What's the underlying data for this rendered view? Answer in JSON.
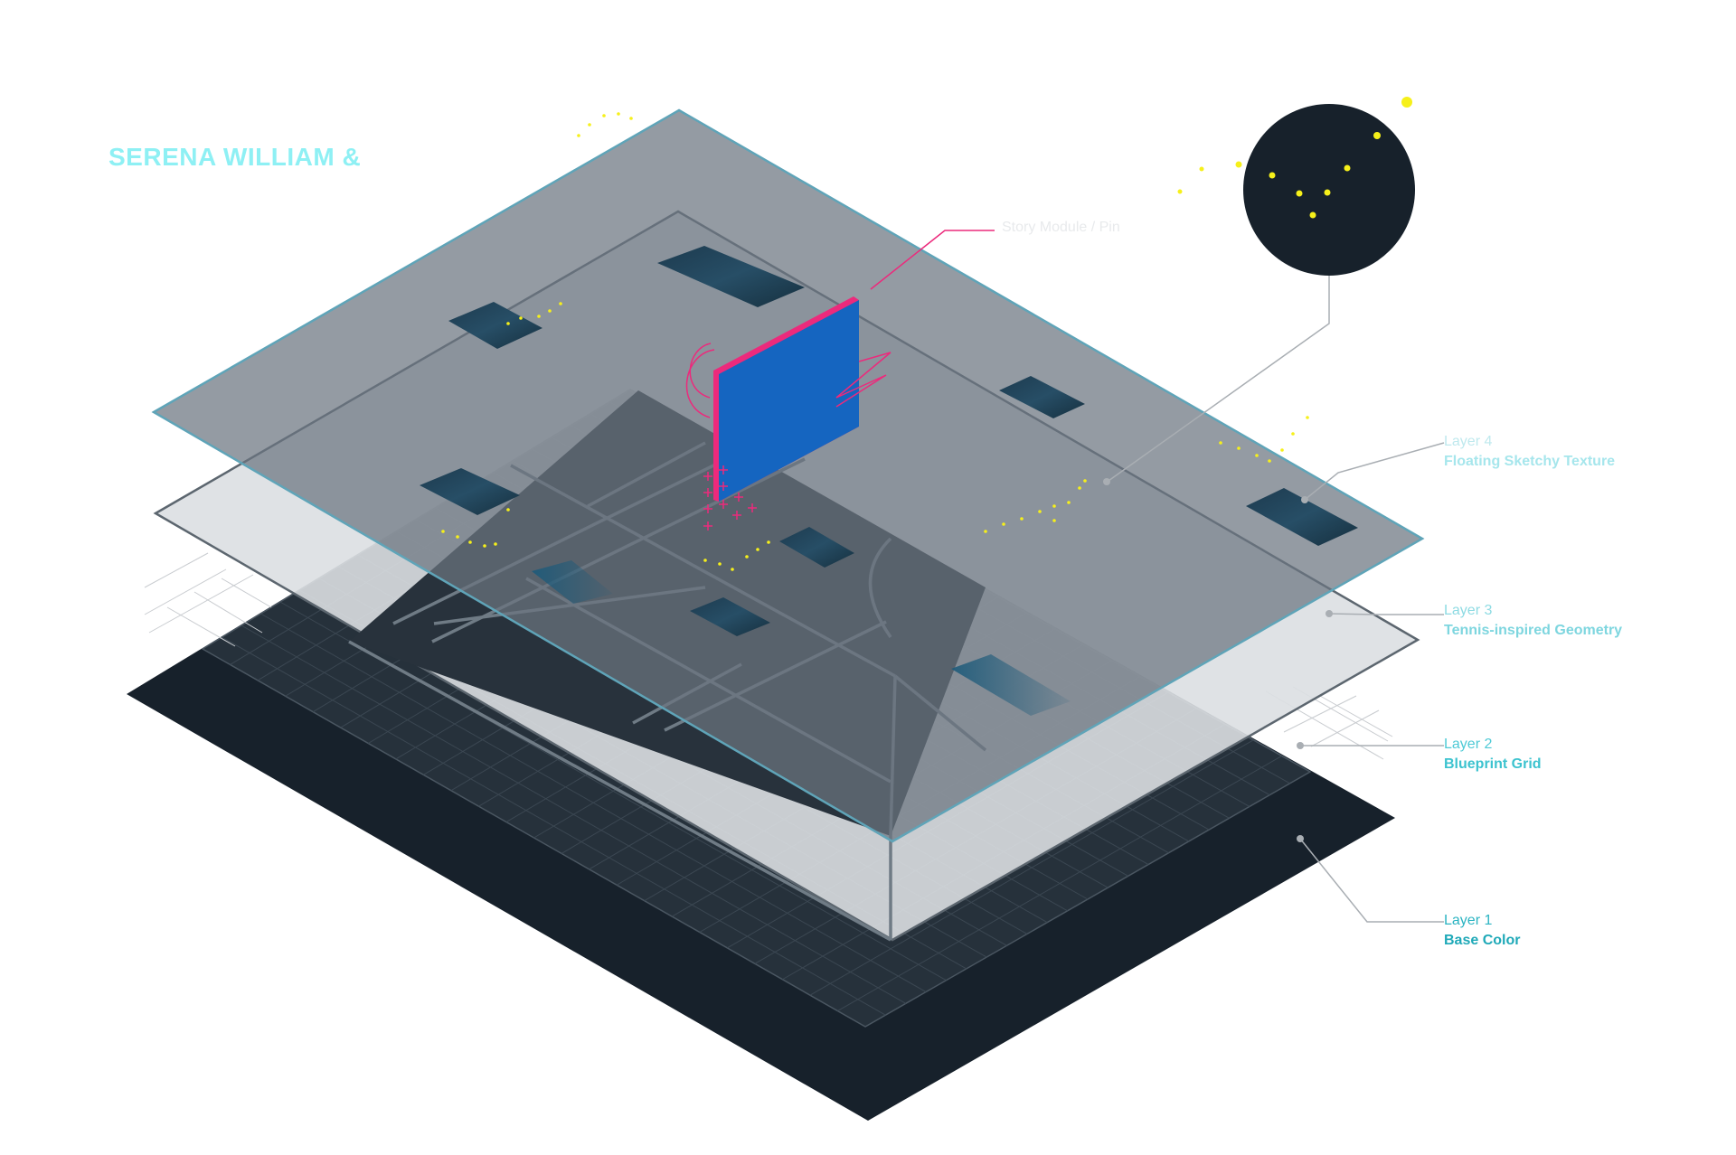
{
  "title": "SERENA WILLIAM &",
  "pin_label": "Story Module / Pin",
  "layers": [
    {
      "num": "Layer 4",
      "name": "Floating Sketchy Texture",
      "num_color": "#bfe9ee",
      "name_color": "#a6e6ec"
    },
    {
      "num": "Layer 3",
      "name": "Tennis-inspired Geometry",
      "num_color": "#8edbe3",
      "name_color": "#7ed6df"
    },
    {
      "num": "Layer 2",
      "name": "Blueprint Grid",
      "num_color": "#4fcad6",
      "name_color": "#3cc3cf"
    },
    {
      "num": "Layer 1",
      "name": "Base Color",
      "num_color": "#2bb4c2",
      "name_color": "#1fa9b8"
    }
  ],
  "colors": {
    "base": "#17212b",
    "grid_plane": "#2b3640",
    "geometry_plane": "#dcdfe2",
    "texture_plane": "#6b7480",
    "pin_blue": "#1565c0",
    "pin_magenta": "#ec2a7c",
    "title": "#8ef0f4",
    "star": "#f6f01a",
    "texture_edge": "#5fa4b8"
  },
  "icons": {
    "pin": "story-module-pin-icon",
    "constellation": "constellation-circle-icon"
  }
}
